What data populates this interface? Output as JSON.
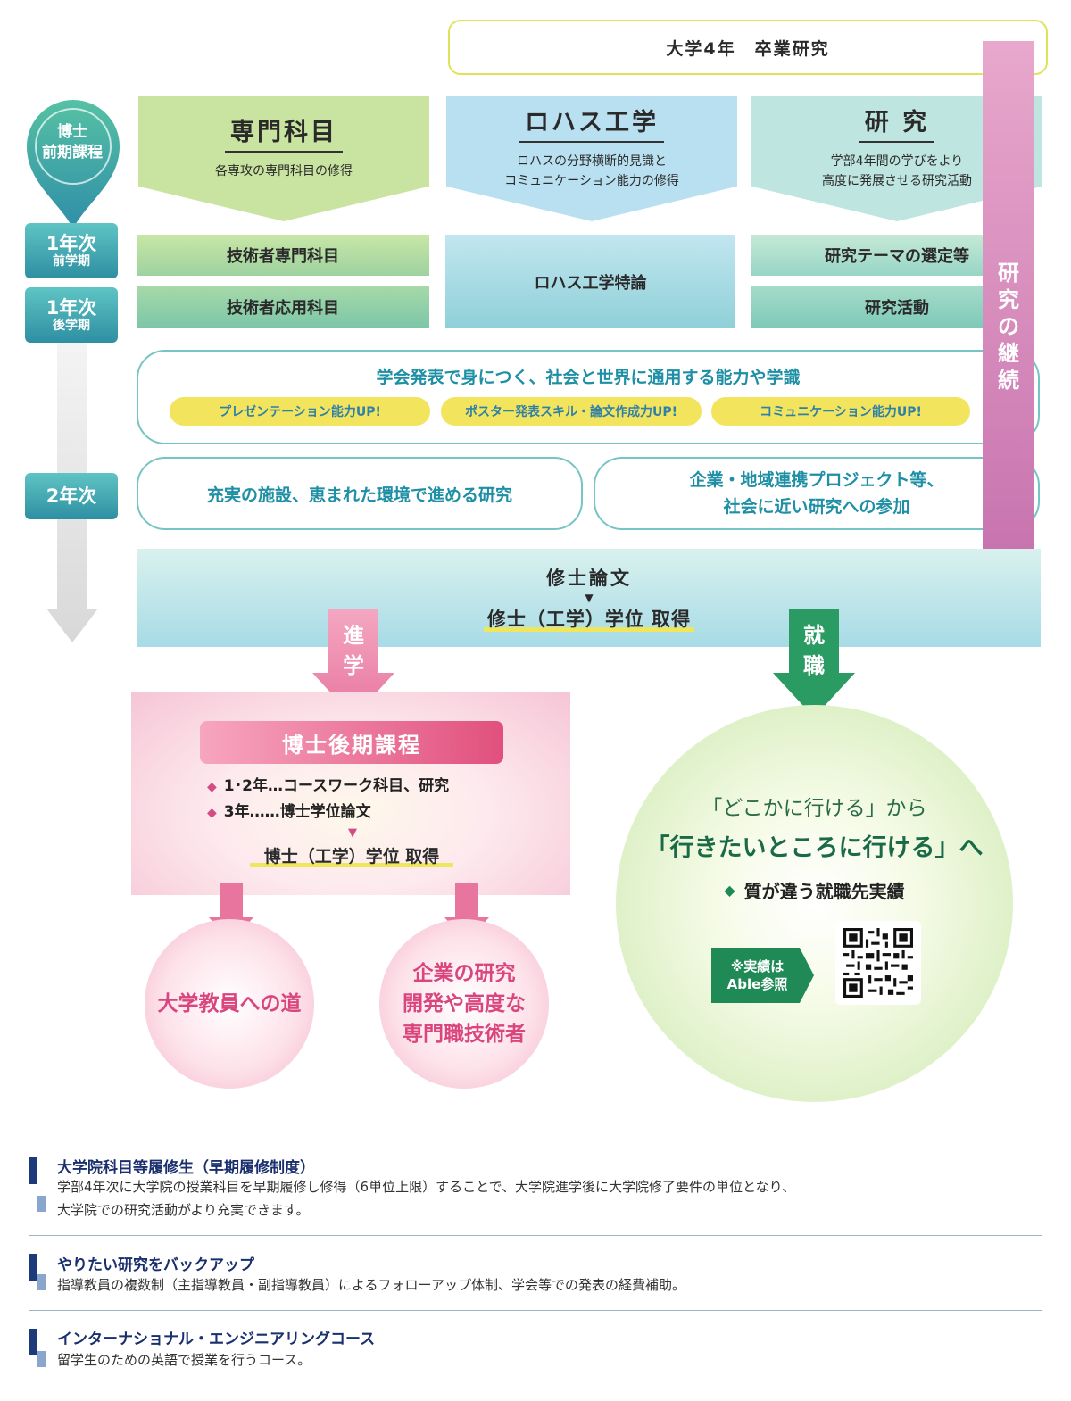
{
  "graduation": "大学4年　卒業研究",
  "pin": {
    "line1": "博士",
    "line2": "前期課程"
  },
  "years": {
    "y1a": {
      "big": "1年次",
      "small": "前学期"
    },
    "y1b": {
      "big": "1年次",
      "small": "後学期"
    },
    "y2": {
      "big": "2年次"
    }
  },
  "columns": [
    {
      "title": "専門科目",
      "desc1": "各専攻の専門科目の修得",
      "desc2": ""
    },
    {
      "title": "ロハス工学",
      "desc1": "ロハスの分野横断的見識と",
      "desc2": "コミュニケーション能力の修得"
    },
    {
      "title": "研 究",
      "desc1": "学部4年間の学びをより",
      "desc2": "高度に発展させる研究活動"
    }
  ],
  "bars": {
    "tech_specialty": "技術者専門科目",
    "tech_applied": "技術者応用科目",
    "lohas": "ロハス工学特論",
    "theme": "研究テーマの選定等",
    "activity": "研究活動"
  },
  "research_continue": [
    "研",
    "究",
    "の",
    "継",
    "続"
  ],
  "conference": {
    "title": "学会発表で身につく、社会と世界に通用する能力や学識",
    "pills": [
      "プレゼンテーション能力UP!",
      "ポスター発表スキル・論文作成力UP!",
      "コミュニケーション能力UP!"
    ]
  },
  "facility": "充実の施設、恵まれた環境で進める研究",
  "collab": {
    "line1": "企業・地域連携プロジェクト等、",
    "line2": "社会に近い研究への参加"
  },
  "thesis": {
    "line1": "修士論文",
    "line2": "修士（工学）学位 取得"
  },
  "advance": [
    "進",
    "学"
  ],
  "employ": [
    "就",
    "職"
  ],
  "doctor": {
    "title": "博士後期課程",
    "item1": "1･2年…コースワーク科目、研究",
    "item2": "3年……博士学位論文",
    "degree": "博士（工学）学位 取得"
  },
  "outcome_left": "大学教員への道",
  "outcome_right": {
    "line1": "企業の研究",
    "line2": "開発や高度な",
    "line3": "専門職技術者"
  },
  "slogan": {
    "line1": "「どこかに行ける」から",
    "line2": "「行きたいところに行ける」へ",
    "line3": "質が違う就職先実績"
  },
  "reference": {
    "line1": "※実績は",
    "line2": "Able参照"
  },
  "sections": [
    {
      "title": "大学院科目等履修生（早期履修制度）",
      "body1": "学部4年次に大学院の授業科目を早期履修し修得（6単位上限）することで、大学院進学後に大学院修了要件の単位となり、",
      "body2": "大学院での研究活動がより充実できます。"
    },
    {
      "title": "やりたい研究をバックアップ",
      "body1": "指導教員の複数制（主指導教員・副指導教員）によるフォローアップ体制、学会等での発表の経費補助。"
    },
    {
      "title": "インターナショナル・エンジニアリングコース",
      "body1": "留学生のための英語で授業を行うコース。"
    }
  ],
  "colors": {
    "green": "#b6dc95",
    "blue": "#a8dcef",
    "teal": "#a4dcd6",
    "pink": "#e86b98",
    "darkgreen": "#1f8a56"
  }
}
